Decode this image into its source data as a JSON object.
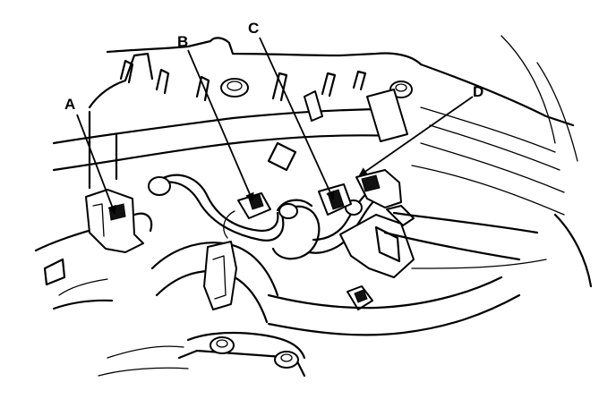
{
  "callouts": {
    "a": "A",
    "b": "B",
    "c": "C",
    "d": "D"
  },
  "colors": {
    "line": "#000000",
    "background": "#ffffff"
  }
}
